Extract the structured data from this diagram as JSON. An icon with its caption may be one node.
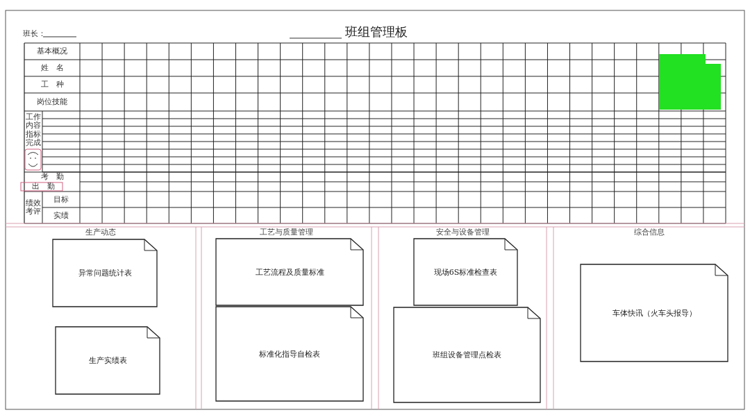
{
  "diagram": {
    "title": "班组管理板",
    "nodes": [
      {
        "text": [
          "生产动态"
        ]
      },
      {
        "text": [
          "工艺与质量管理"
        ]
      },
      {
        "text": [
          "安全与设备管理"
        ]
      },
      {
        "text": [
          "综合信息"
        ]
      },
      {
        "text": [
          "异常问题统计表"
        ],
        "in": 0
      },
      {
        "text": [
          "生产实绩表"
        ],
        "in": 0
      },
      {
        "text": [
          "工艺流程及质量标准"
        ],
        "in": 1
      },
      {
        "text": [
          "标准化指导自检表"
        ],
        "in": 1
      },
      {
        "text": [
          "现场6S标准检查表"
        ],
        "in": 2
      },
      {
        "text": [
          "班组设备管理点检表"
        ],
        "in": 2
      },
      {
        "text": [
          "车体快讯（火车头报导）"
        ],
        "in": 3
      }
    ],
    "edges": [],
    "labels": [
      "班长：",
      "基本概况",
      "姓　名",
      "工　种",
      "岗位技能",
      "工作内容",
      "指标完成",
      "考　勤",
      "出　勤",
      "绩效考评",
      "目标",
      "实绩"
    ]
  }
}
